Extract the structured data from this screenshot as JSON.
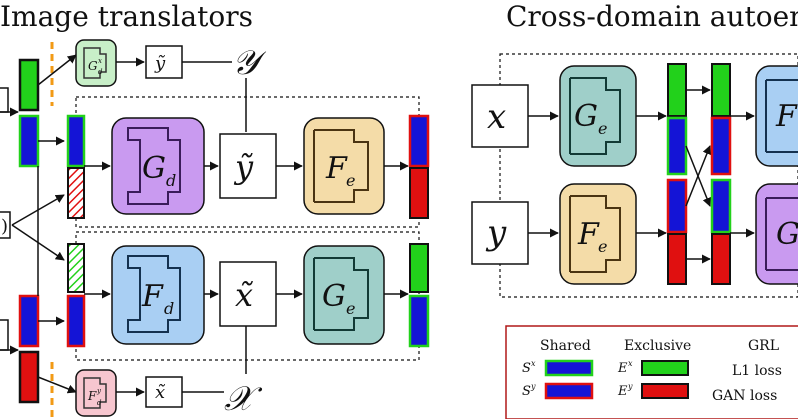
{
  "titles": {
    "left": "Image translators",
    "right": "Cross-domain autoen"
  },
  "blocks": {
    "g_d": "G",
    "g_d_sub": "d",
    "f_e": "F",
    "f_e_sub": "e",
    "f_d": "F",
    "f_d_sub": "d",
    "g_e": "G",
    "g_e_sub": "e",
    "g_d_x": "G",
    "g_d_x_sub": "d",
    "g_d_x_sup": "x",
    "f_d_y": "F",
    "f_d_y_sub": "d",
    "f_d_y_sup": "y"
  },
  "symbols": {
    "y_tilde": "ỹ",
    "x_tilde": "x̃",
    "x": "x",
    "y": "y",
    "domain_y": "𝒴",
    "domain_x": "𝒳",
    "paren": ")"
  },
  "legend": {
    "shared_header": "Shared",
    "exclusive_header": "Exclusive",
    "sx": "S",
    "sx_sup": "x",
    "sy": "S",
    "sy_sup": "y",
    "ex": "E",
    "ex_sup": "x",
    "ey": "E",
    "ey_sup": "y",
    "grl": "GRL",
    "l1": "L1 loss",
    "gan": "GAN loss"
  },
  "colors": {
    "green": "#22d11b",
    "blue": "#1414d6",
    "red": "#e01010",
    "teal_fill": "#9fcfc9",
    "purple_fill": "#c99af0",
    "orange_fill": "#f4dca8",
    "blue_fill": "#a9cff3",
    "pink_fill": "#f7c6cf",
    "lightgreen_fill": "#c8efc8",
    "orange_dash": "#f29a15",
    "legend_border": "#b01818"
  }
}
